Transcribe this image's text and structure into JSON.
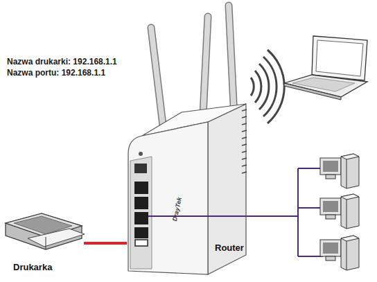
{
  "diagram": {
    "nodes": [
      {
        "text": [
          "Drukarka"
        ]
      },
      {
        "text": [
          "Router"
        ]
      }
    ],
    "edges": [
      {
        "from": 0,
        "to": 1,
        "arrow": "none"
      }
    ],
    "labels": [
      "Nazwa drukarki: 192.168.1.1",
      "Nazwa portu: 192.168.1.1",
      "DrayTek"
    ]
  }
}
